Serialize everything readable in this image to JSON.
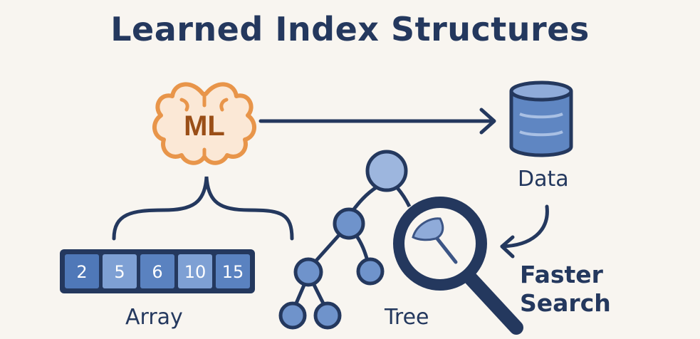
{
  "title": "Learned Index Structures",
  "ml_label": "ML",
  "array": {
    "label": "Array",
    "values": [
      "2",
      "5",
      "6",
      "10",
      "15"
    ]
  },
  "tree_label": "Tree",
  "data_label": "Data",
  "search_label": {
    "line1": "Faster",
    "line2": "Search"
  },
  "colors": {
    "navy": "#24385e",
    "orange": "#e8954a",
    "blue": "#6f93cb",
    "light_blue": "#9db6de",
    "background": "#f8f5f0"
  }
}
